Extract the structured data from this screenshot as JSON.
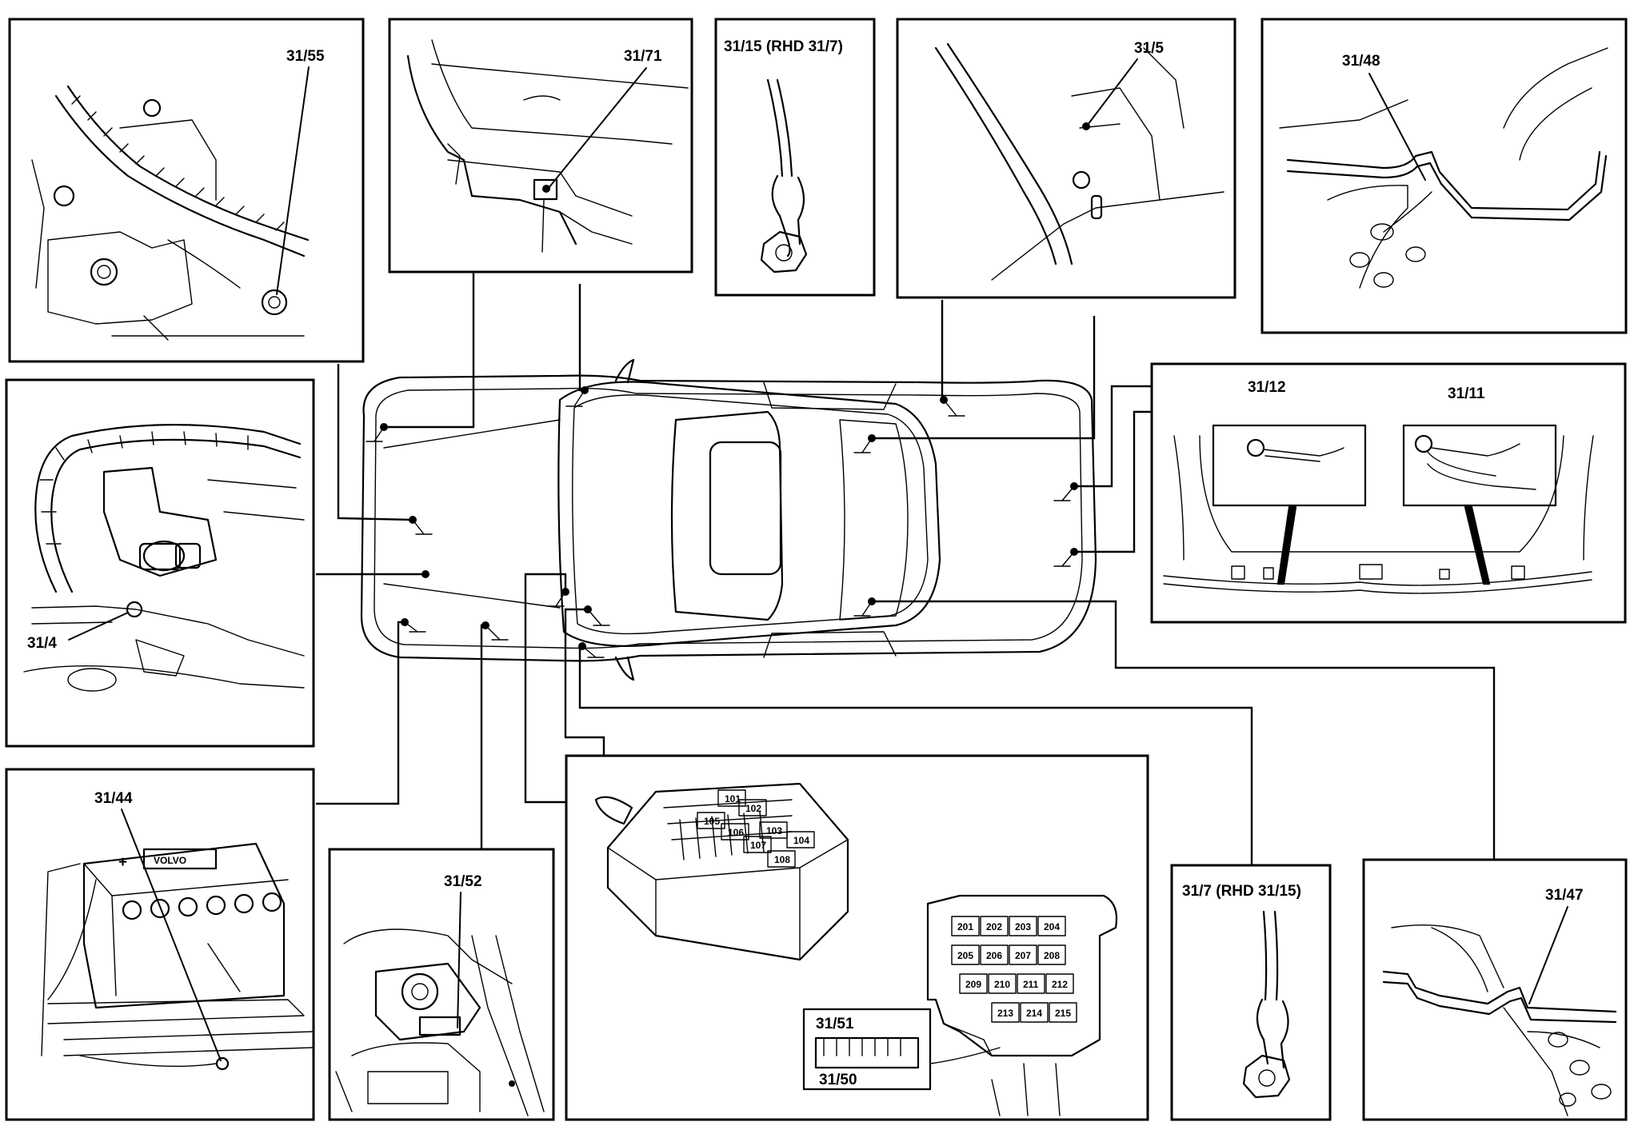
{
  "labels": {
    "p_31_55": "31/55",
    "p_31_71": "31/71",
    "p_31_15": "31/15 (RHD 31/7)",
    "p_31_5": "31/5",
    "p_31_48": "31/48",
    "p_31_12": "31/12",
    "p_31_11": "31/11",
    "p_31_4": "31/4",
    "p_31_44": "31/44",
    "p_31_52": "31/52",
    "p_31_51": "31/51",
    "p_31_50": "31/50",
    "p_31_7": "31/7 (RHD 31/15)",
    "p_31_47": "31/47"
  },
  "relay_box_1": [
    "101",
    "102",
    "103",
    "104",
    "105",
    "106",
    "107",
    "108"
  ],
  "relay_box_2": [
    "201",
    "202",
    "203",
    "204",
    "205",
    "206",
    "207",
    "208",
    "209",
    "210",
    "211",
    "212",
    "213",
    "214",
    "215"
  ],
  "battery_brand": "VOLVO"
}
